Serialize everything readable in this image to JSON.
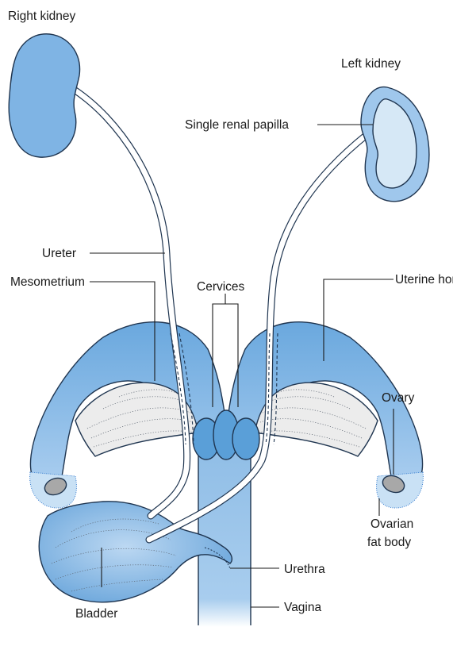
{
  "labels": {
    "right_kidney": "Right kidney",
    "left_kidney": "Left kidney",
    "single_renal_papilla": "Single renal papilla",
    "ureter": "Ureter",
    "mesometrium": "Mesometrium",
    "cervices": "Cervices",
    "uterine_horn": "Uterine horn",
    "ovary": "Ovary",
    "ovarian_fat_body_line1": "Ovarian",
    "ovarian_fat_body_line2": "fat body",
    "urethra": "Urethra",
    "bladder": "Bladder",
    "vagina": "Vagina"
  },
  "colors": {
    "organ_blue": "#8fbde6",
    "organ_dark": "#5a9fd8",
    "kidney_blue": "#7fb4e4",
    "kidney_inner": "#d6e8f6",
    "mesometrium_fill": "#ececec",
    "ovary_fill": "#a8a8a8",
    "outline": "#1f3550"
  }
}
